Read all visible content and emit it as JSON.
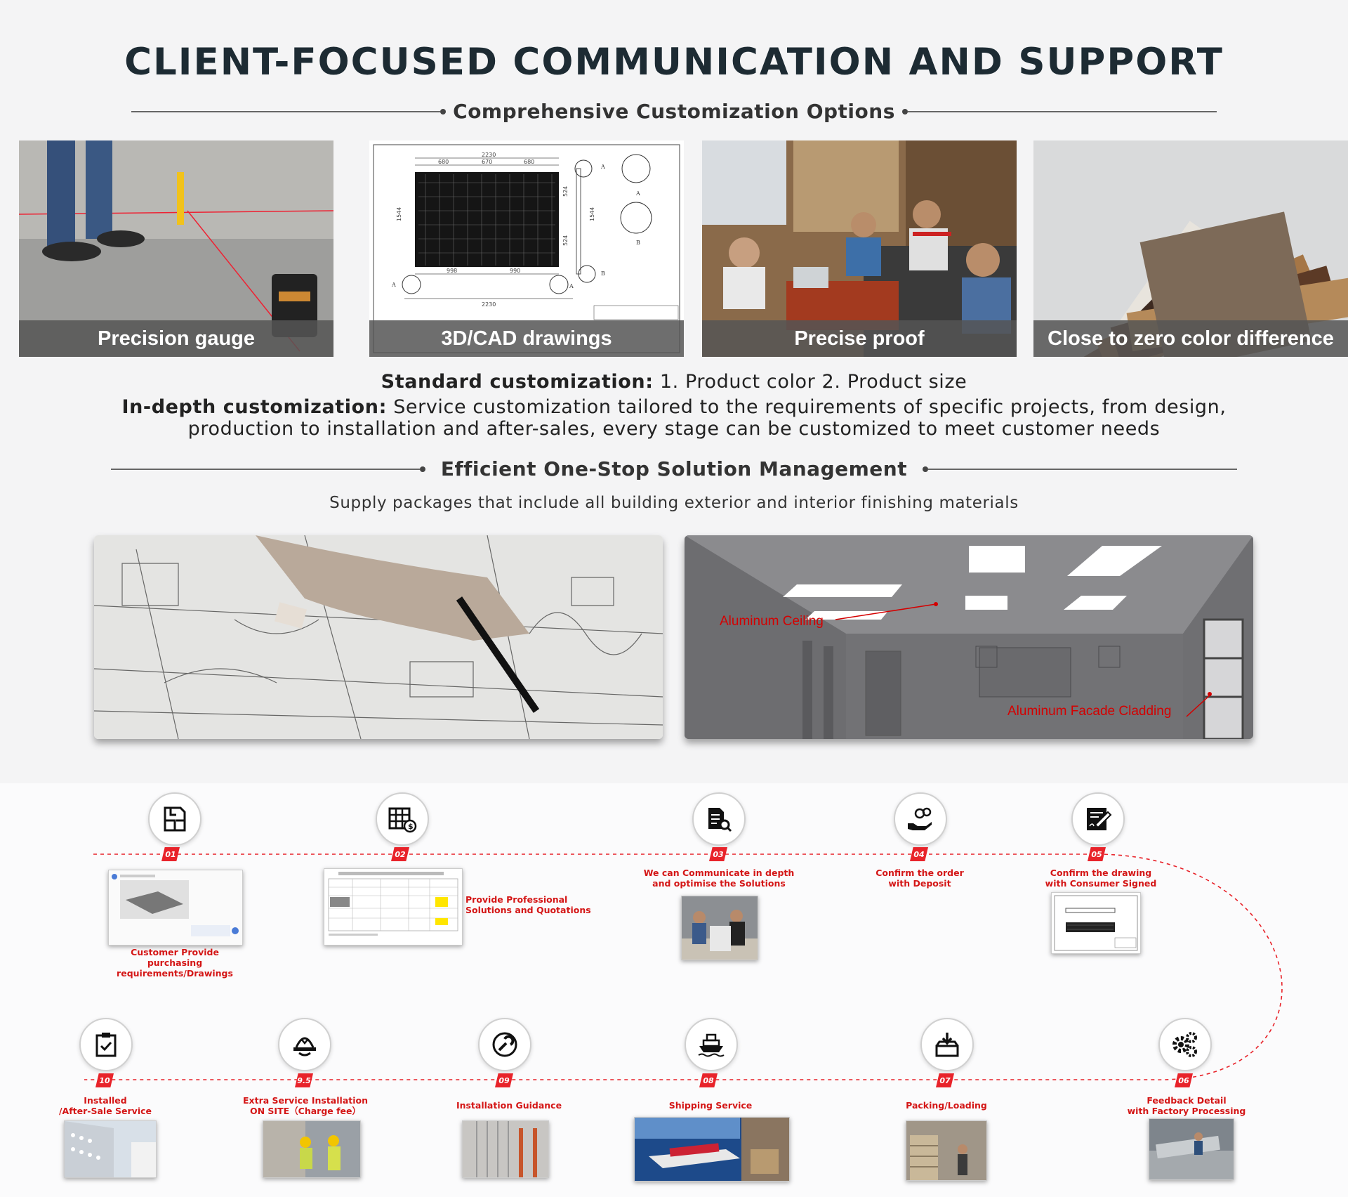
{
  "header": {
    "title": "CLIENT-FOCUSED COMMUNICATION AND SUPPORT",
    "subtitle": "Comprehensive Customization Options"
  },
  "options": [
    {
      "label": "Precision gauge"
    },
    {
      "label": "3D/CAD drawings"
    },
    {
      "label": "Precise proof"
    },
    {
      "label": "Close to zero color difference"
    }
  ],
  "cad": {
    "top_dims": [
      "2230",
      "680",
      "670",
      "680"
    ],
    "bottom_dims": [
      "998",
      "990",
      "2230"
    ],
    "side_dims": [
      "1544",
      "1544",
      "524",
      "524"
    ],
    "callouts": [
      "A",
      "A",
      "B",
      "B",
      "A",
      "A"
    ]
  },
  "customization": {
    "standard_label": "Standard customization:",
    "standard_text": " 1. Product color 2. Product size",
    "indepth_label": "In-depth customization:",
    "indepth_text1": " Service customization tailored to the requirements of specific projects, from design,",
    "indepth_text2": "production to installation and after-sales, every stage can be customized to meet customer needs"
  },
  "solution": {
    "title": "Efficient One-Stop Solution Management",
    "subtitle": "Supply packages that include all building exterior and interior finishing materials",
    "labels": {
      "ceiling": "Aluminum Ceiling",
      "cladding": "Aluminum Facade Cladding"
    }
  },
  "steps_top": [
    {
      "num": "01",
      "title": "Customer Provide\npurchasing\nrequirements/Drawings",
      "icon": "floorplan-icon"
    },
    {
      "num": "02",
      "title": "Provide Professional\nSolutions and Quotations",
      "icon": "price-table-icon"
    },
    {
      "num": "03",
      "title": "We can Communicate in depth\nand optimise the Solutions",
      "icon": "document-search-icon"
    },
    {
      "num": "04",
      "title": "Confirm the order\nwith Deposit",
      "icon": "hand-coins-icon"
    },
    {
      "num": "05",
      "title": "Confirm the drawing\nwith Consumer Signed",
      "icon": "sign-document-icon"
    }
  ],
  "steps_bottom": [
    {
      "num": "10",
      "title": "Installed\n/After-Sale Service",
      "icon": "clipboard-check-icon"
    },
    {
      "num": "9.5",
      "title": "Extra Service Installation\nON SITE（Charge fee）",
      "icon": "worker-helmet-icon"
    },
    {
      "num": "09",
      "title": "Installation Guidance",
      "icon": "wrench-icon"
    },
    {
      "num": "08",
      "title": "Shipping Service",
      "icon": "ship-icon"
    },
    {
      "num": "07",
      "title": "Packing/Loading",
      "icon": "box-download-icon"
    },
    {
      "num": "06",
      "title": "Feedback Detail\nwith Factory Processing",
      "icon": "gears-icon"
    }
  ],
  "colors": {
    "accent_red": "#e8232a",
    "band_gray": "#555555",
    "title_dark": "#1d2b33"
  }
}
